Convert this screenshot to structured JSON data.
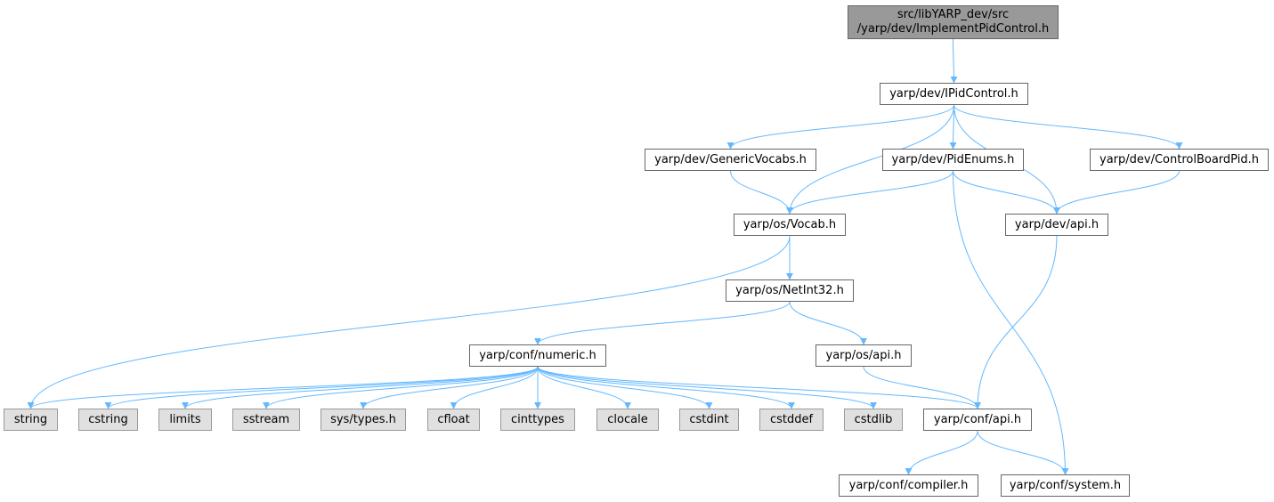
{
  "colors": {
    "edge": "#63b8ff",
    "root_fill": "#999999",
    "ext_fill": "#e0e0e0",
    "node_border": "#666666"
  },
  "nodes": {
    "root": {
      "line1": "src/libYARP_dev/src",
      "line2": "/yarp/dev/ImplementPidControl.h"
    },
    "ipidcontrol": "yarp/dev/IPidControl.h",
    "genericvocabs": "yarp/dev/GenericVocabs.h",
    "pidenums": "yarp/dev/PidEnums.h",
    "controlboardpid": "yarp/dev/ControlBoardPid.h",
    "vocab": "yarp/os/Vocab.h",
    "devapi": "yarp/dev/api.h",
    "netint32": "yarp/os/NetInt32.h",
    "numeric": "yarp/conf/numeric.h",
    "osapi": "yarp/os/api.h",
    "confapi": "yarp/conf/api.h",
    "compiler": "yarp/conf/compiler.h",
    "system": "yarp/conf/system.h",
    "string": "string",
    "cstring": "cstring",
    "limits": "limits",
    "sstream": "sstream",
    "systypes": "sys/types.h",
    "cfloat": "cfloat",
    "cinttypes": "cinttypes",
    "clocale": "clocale",
    "cstdint": "cstdint",
    "cstddef": "cstddef",
    "cstdlib": "cstdlib"
  },
  "edges": [
    [
      "root",
      "ipidcontrol"
    ],
    [
      "ipidcontrol",
      "genericvocabs"
    ],
    [
      "ipidcontrol",
      "vocab"
    ],
    [
      "ipidcontrol",
      "pidenums"
    ],
    [
      "ipidcontrol",
      "devapi"
    ],
    [
      "ipidcontrol",
      "controlboardpid"
    ],
    [
      "genericvocabs",
      "vocab"
    ],
    [
      "pidenums",
      "vocab"
    ],
    [
      "pidenums",
      "devapi"
    ],
    [
      "pidenums",
      "system"
    ],
    [
      "controlboardpid",
      "devapi"
    ],
    [
      "vocab",
      "string"
    ],
    [
      "vocab",
      "netint32"
    ],
    [
      "devapi",
      "confapi"
    ],
    [
      "netint32",
      "numeric"
    ],
    [
      "netint32",
      "osapi"
    ],
    [
      "osapi",
      "confapi"
    ],
    [
      "numeric",
      "string"
    ],
    [
      "numeric",
      "cstring"
    ],
    [
      "numeric",
      "limits"
    ],
    [
      "numeric",
      "sstream"
    ],
    [
      "numeric",
      "systypes"
    ],
    [
      "numeric",
      "cfloat"
    ],
    [
      "numeric",
      "cinttypes"
    ],
    [
      "numeric",
      "clocale"
    ],
    [
      "numeric",
      "cstdint"
    ],
    [
      "numeric",
      "cstddef"
    ],
    [
      "numeric",
      "cstdlib"
    ],
    [
      "numeric",
      "confapi"
    ],
    [
      "confapi",
      "compiler"
    ],
    [
      "confapi",
      "system"
    ]
  ]
}
